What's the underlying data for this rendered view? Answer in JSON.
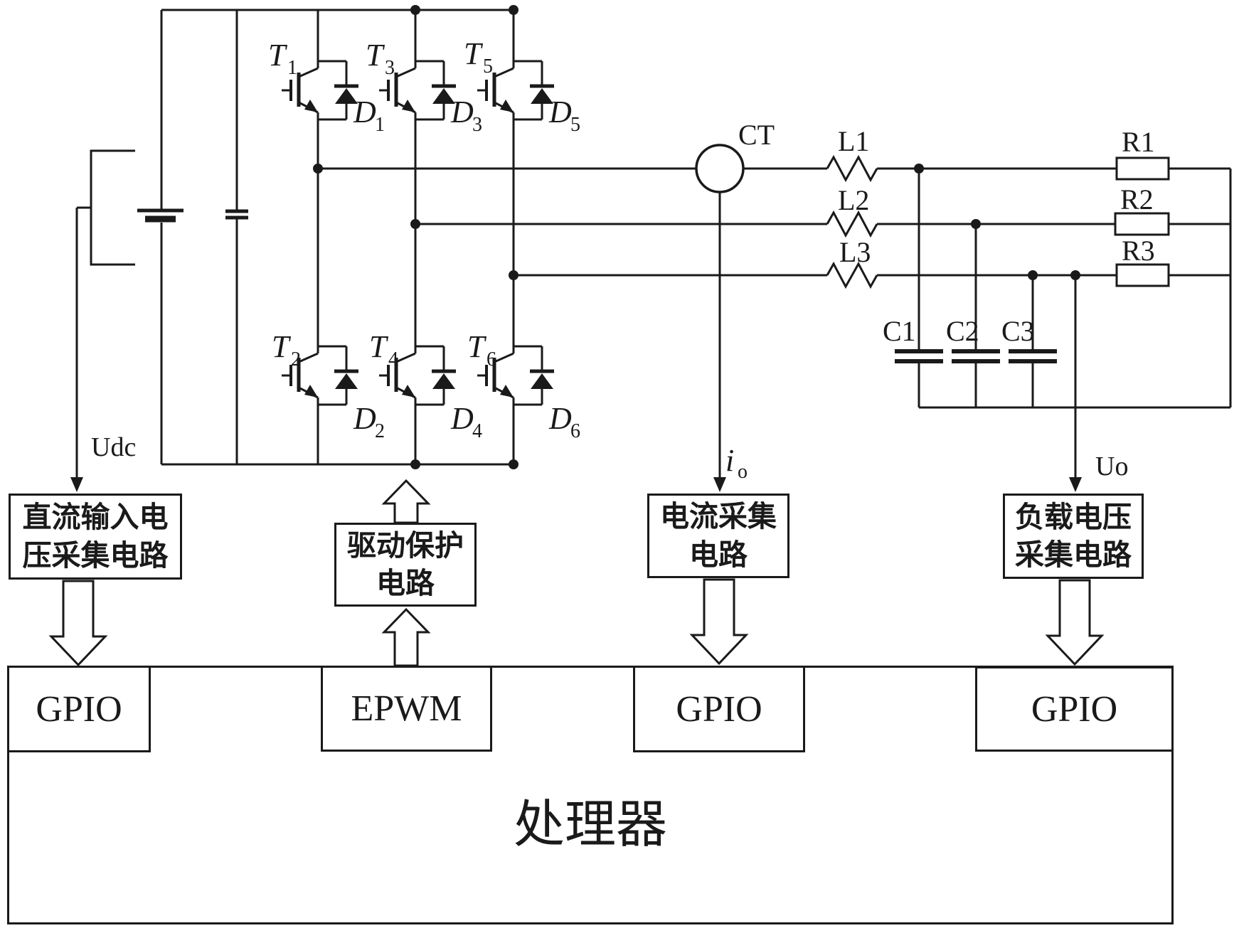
{
  "colors": {
    "ink": "#1a1a1a",
    "paper": "#ffffff"
  },
  "labels": {
    "udc": "Udc",
    "ct": "CT",
    "uo": "Uo",
    "io": {
      "base": "i",
      "sub": "o"
    }
  },
  "igbts": [
    {
      "base": "T",
      "sub": "1"
    },
    {
      "base": "T",
      "sub": "3"
    },
    {
      "base": "T",
      "sub": "5"
    },
    {
      "base": "T",
      "sub": "2"
    },
    {
      "base": "T",
      "sub": "4"
    },
    {
      "base": "T",
      "sub": "6"
    }
  ],
  "diodes": [
    {
      "base": "D",
      "sub": "1"
    },
    {
      "base": "D",
      "sub": "3"
    },
    {
      "base": "D",
      "sub": "5"
    },
    {
      "base": "D",
      "sub": "2"
    },
    {
      "base": "D",
      "sub": "4"
    },
    {
      "base": "D",
      "sub": "6"
    }
  ],
  "inductors": [
    "L1",
    "L2",
    "L3"
  ],
  "resistors": [
    "R1",
    "R2",
    "R3"
  ],
  "capacitors": [
    "C1",
    "C2",
    "C3"
  ],
  "blocks": {
    "dc_voltage_sense": {
      "line1": "直流输入电",
      "line2": "压采集电路"
    },
    "drive_protection": {
      "line1": "驱动保护",
      "line2": "电路"
    },
    "current_sense": {
      "line1": "电流采集",
      "line2": "电路"
    },
    "load_voltage_sense": {
      "line1": "负载电压",
      "line2": "采集电路"
    }
  },
  "processor": {
    "label": "处理器",
    "ports": {
      "gpio_left": "GPIO",
      "epwm": "EPWM",
      "gpio_mid": "GPIO",
      "gpio_right": "GPIO"
    }
  }
}
